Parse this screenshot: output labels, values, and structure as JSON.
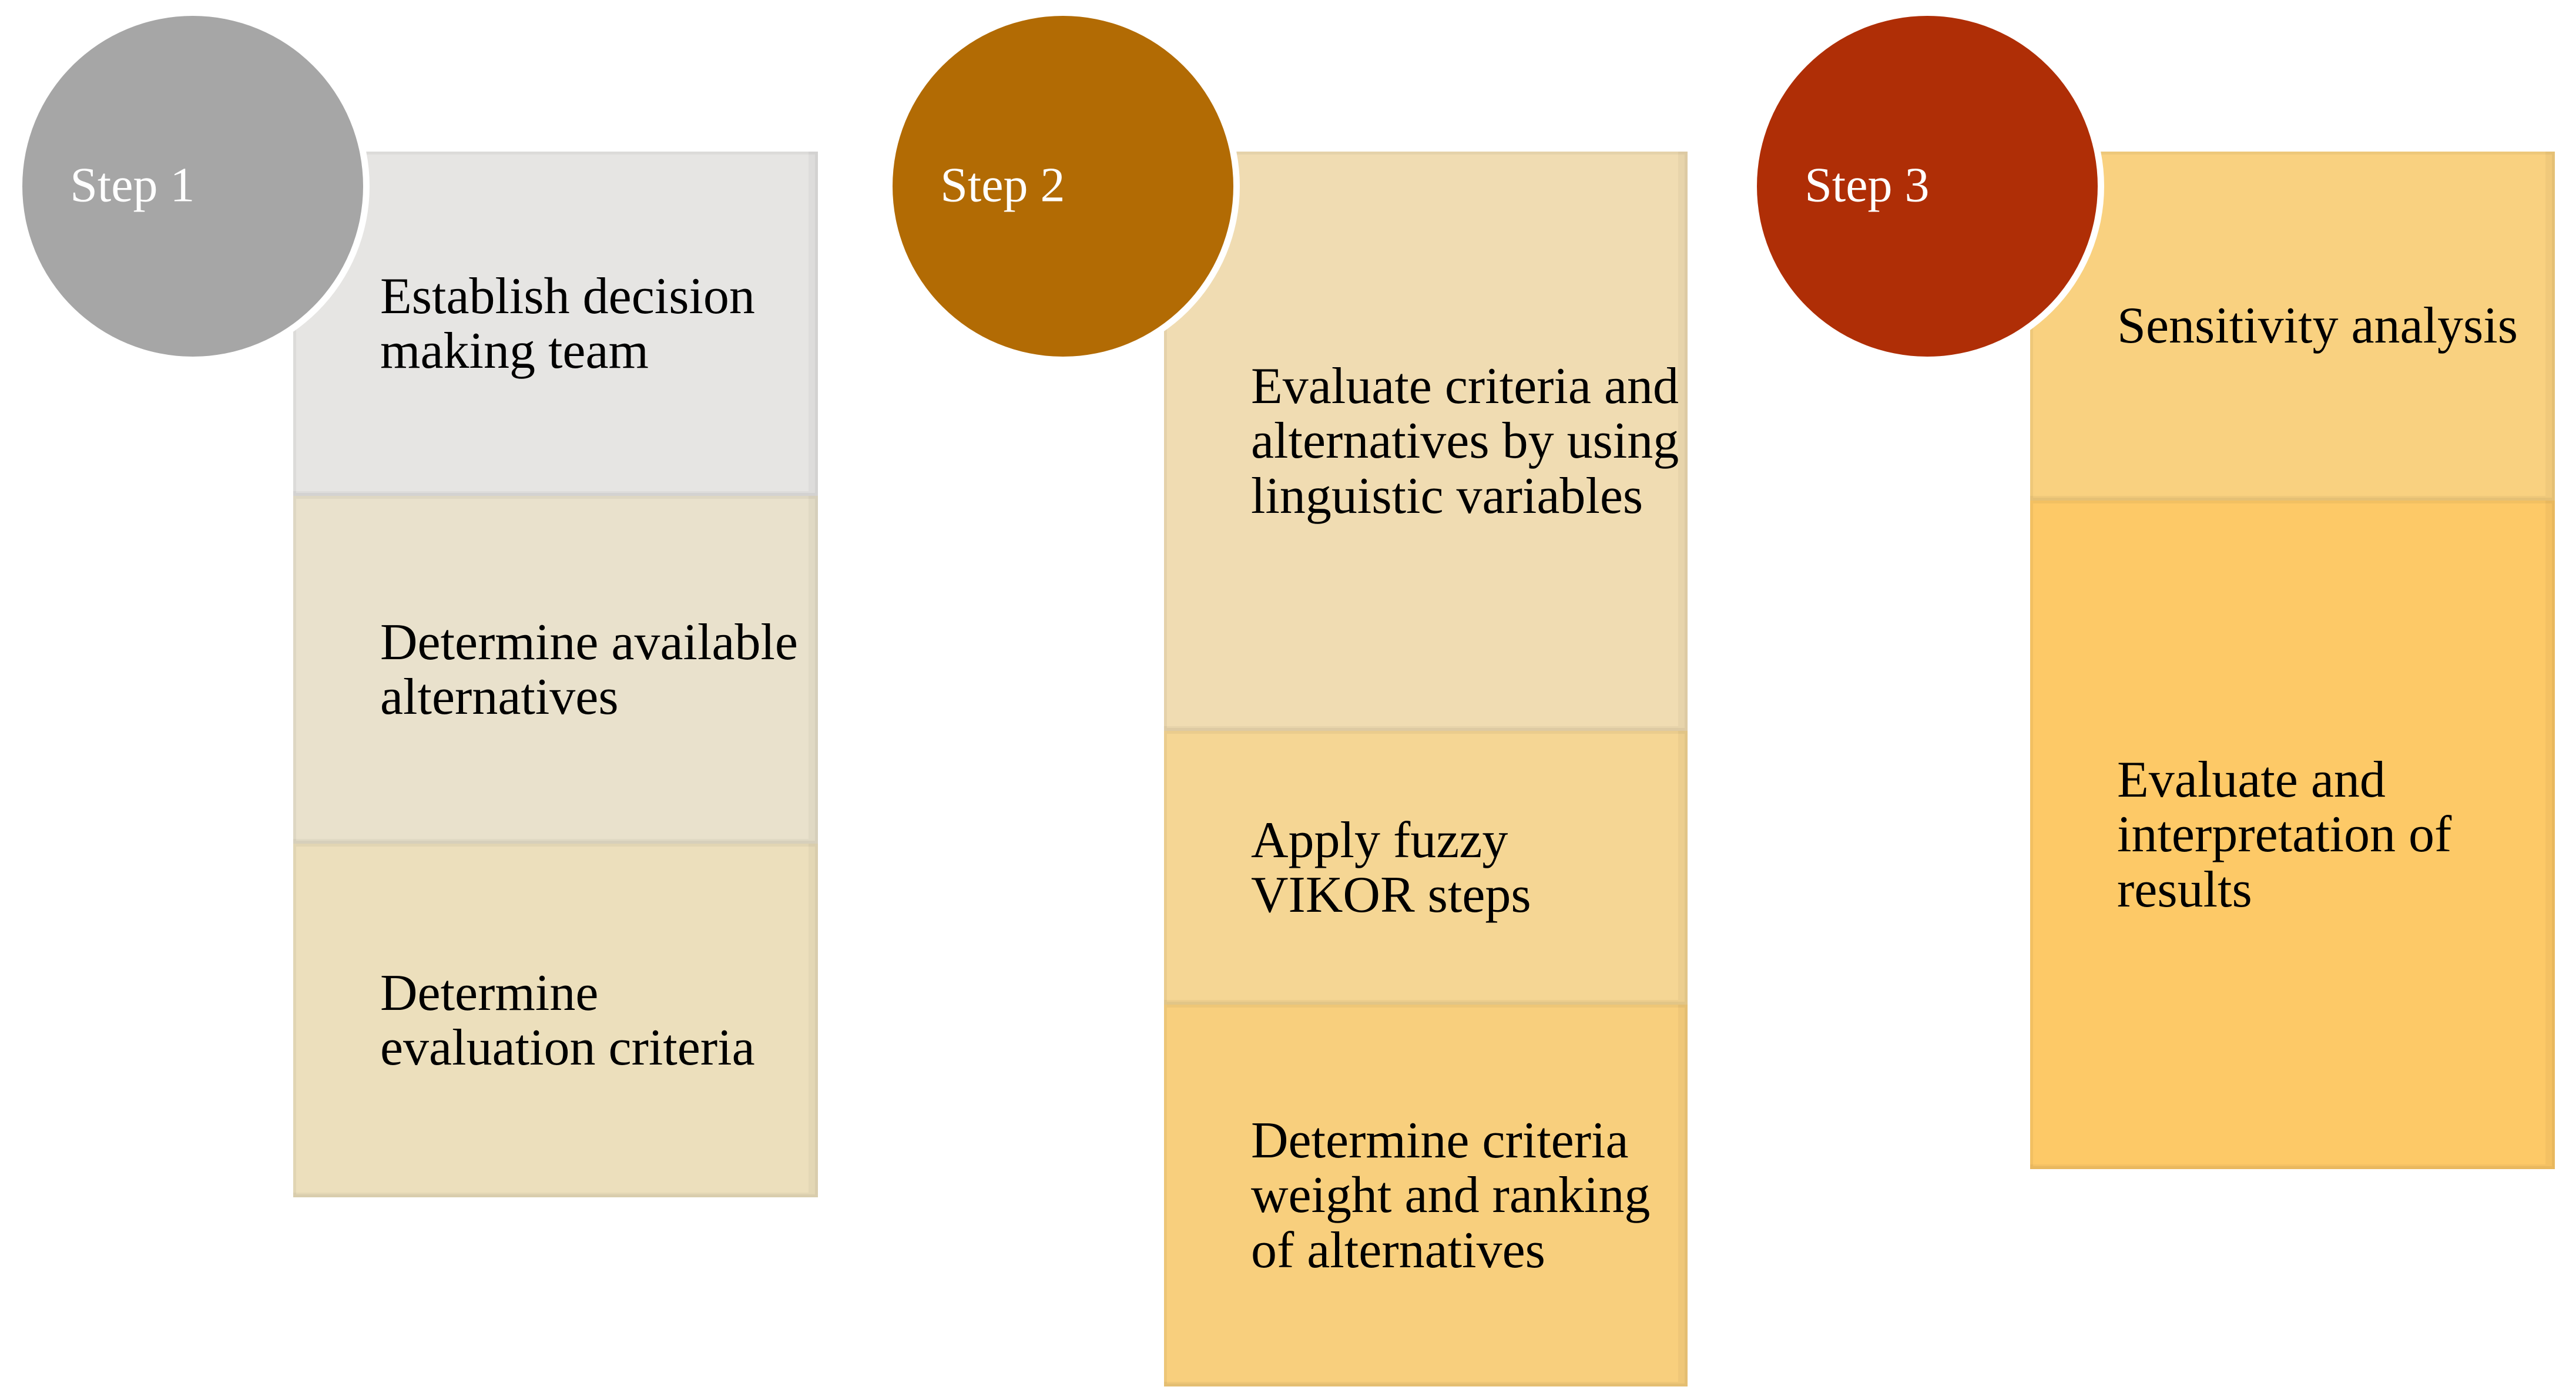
{
  "palette": {
    "page_background": "#ffffff",
    "box_text_color": "#000000",
    "step_label_color": "#ffffff",
    "circle_rim_color": "#ffffff"
  },
  "steps": [
    {
      "label": "Step 1",
      "circle_color": "#a6a6a6",
      "boxes": [
        {
          "text": "Establish decision\nmaking team",
          "bg": "#e6e5e3"
        },
        {
          "text": "Determine available\nalternatives",
          "bg": "#e9e1cc"
        },
        {
          "text": "Determine\nevaluation criteria",
          "bg": "#ecdfbc"
        }
      ]
    },
    {
      "label": "Step 2",
      "circle_color": "#b26b04",
      "boxes": [
        {
          "text": "Evaluate criteria and\nalternatives by using\nlinguistic variables",
          "bg": "#f0dcb2"
        },
        {
          "text": "Apply fuzzy\nVIKOR steps",
          "bg": "#f5d694"
        },
        {
          "text": "Determine criteria\nweight and ranking\nof alternatives",
          "bg": "#f8cf7d"
        }
      ]
    },
    {
      "label": "Step 3",
      "circle_color": "#af2e06",
      "boxes": [
        {
          "text": "Sensitivity analysis",
          "bg": "#f9d180"
        },
        {
          "text": "Evaluate and\ninterpretation of\nresults",
          "bg": "#fdc967"
        }
      ]
    }
  ]
}
